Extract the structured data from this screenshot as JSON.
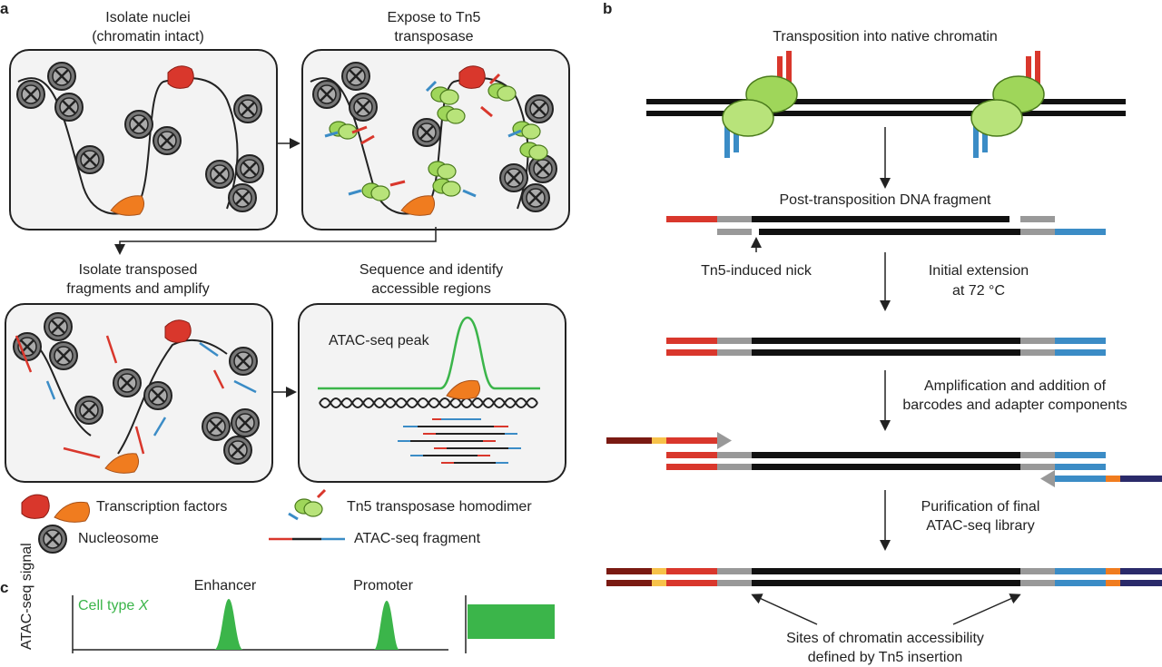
{
  "panel_a": {
    "letter": "a",
    "step1": [
      "Isolate nuclei",
      "(chromatin intact)"
    ],
    "step2": [
      "Expose to Tn5",
      "transposase"
    ],
    "step3": [
      "Isolate transposed",
      "fragments and amplify"
    ],
    "step4": [
      "Sequence and identify",
      "accessible regions"
    ],
    "peak_label": "ATAC-seq peak",
    "legend": {
      "tf": "Transcription factors",
      "nucleosome": "Nucleosome",
      "tn5": "Tn5 transposase homodimer",
      "fragment": "ATAC-seq fragment"
    }
  },
  "panel_b": {
    "letter": "b",
    "title": "Transposition into native chromatin",
    "fragment_title": "Post-transposition DNA fragment",
    "nick": "Tn5-induced nick",
    "extension": [
      "Initial extension",
      "at 72 °C"
    ],
    "amplification": [
      "Amplification and addition of",
      "barcodes and adapter components"
    ],
    "purification": [
      "Purification of final",
      "ATAC-seq library"
    ],
    "sites": [
      "Sites of chromatin accessibility",
      "defined by Tn5 insertion"
    ]
  },
  "panel_c": {
    "letter": "c",
    "enhancer": "Enhancer",
    "promoter": "Promoter",
    "cell_type": "Cell type ",
    "cell_type_var": "X",
    "ylabel": "ATAC-seq signal"
  },
  "colors": {
    "red": "#d9372c",
    "blue": "#3b8cc6",
    "gray": "#999999",
    "green": "#3bb54a",
    "orange": "#f07c1f",
    "dark_red": "#7a1a12",
    "yellow": "#f7c24a",
    "navy": "#2a2a6a"
  }
}
